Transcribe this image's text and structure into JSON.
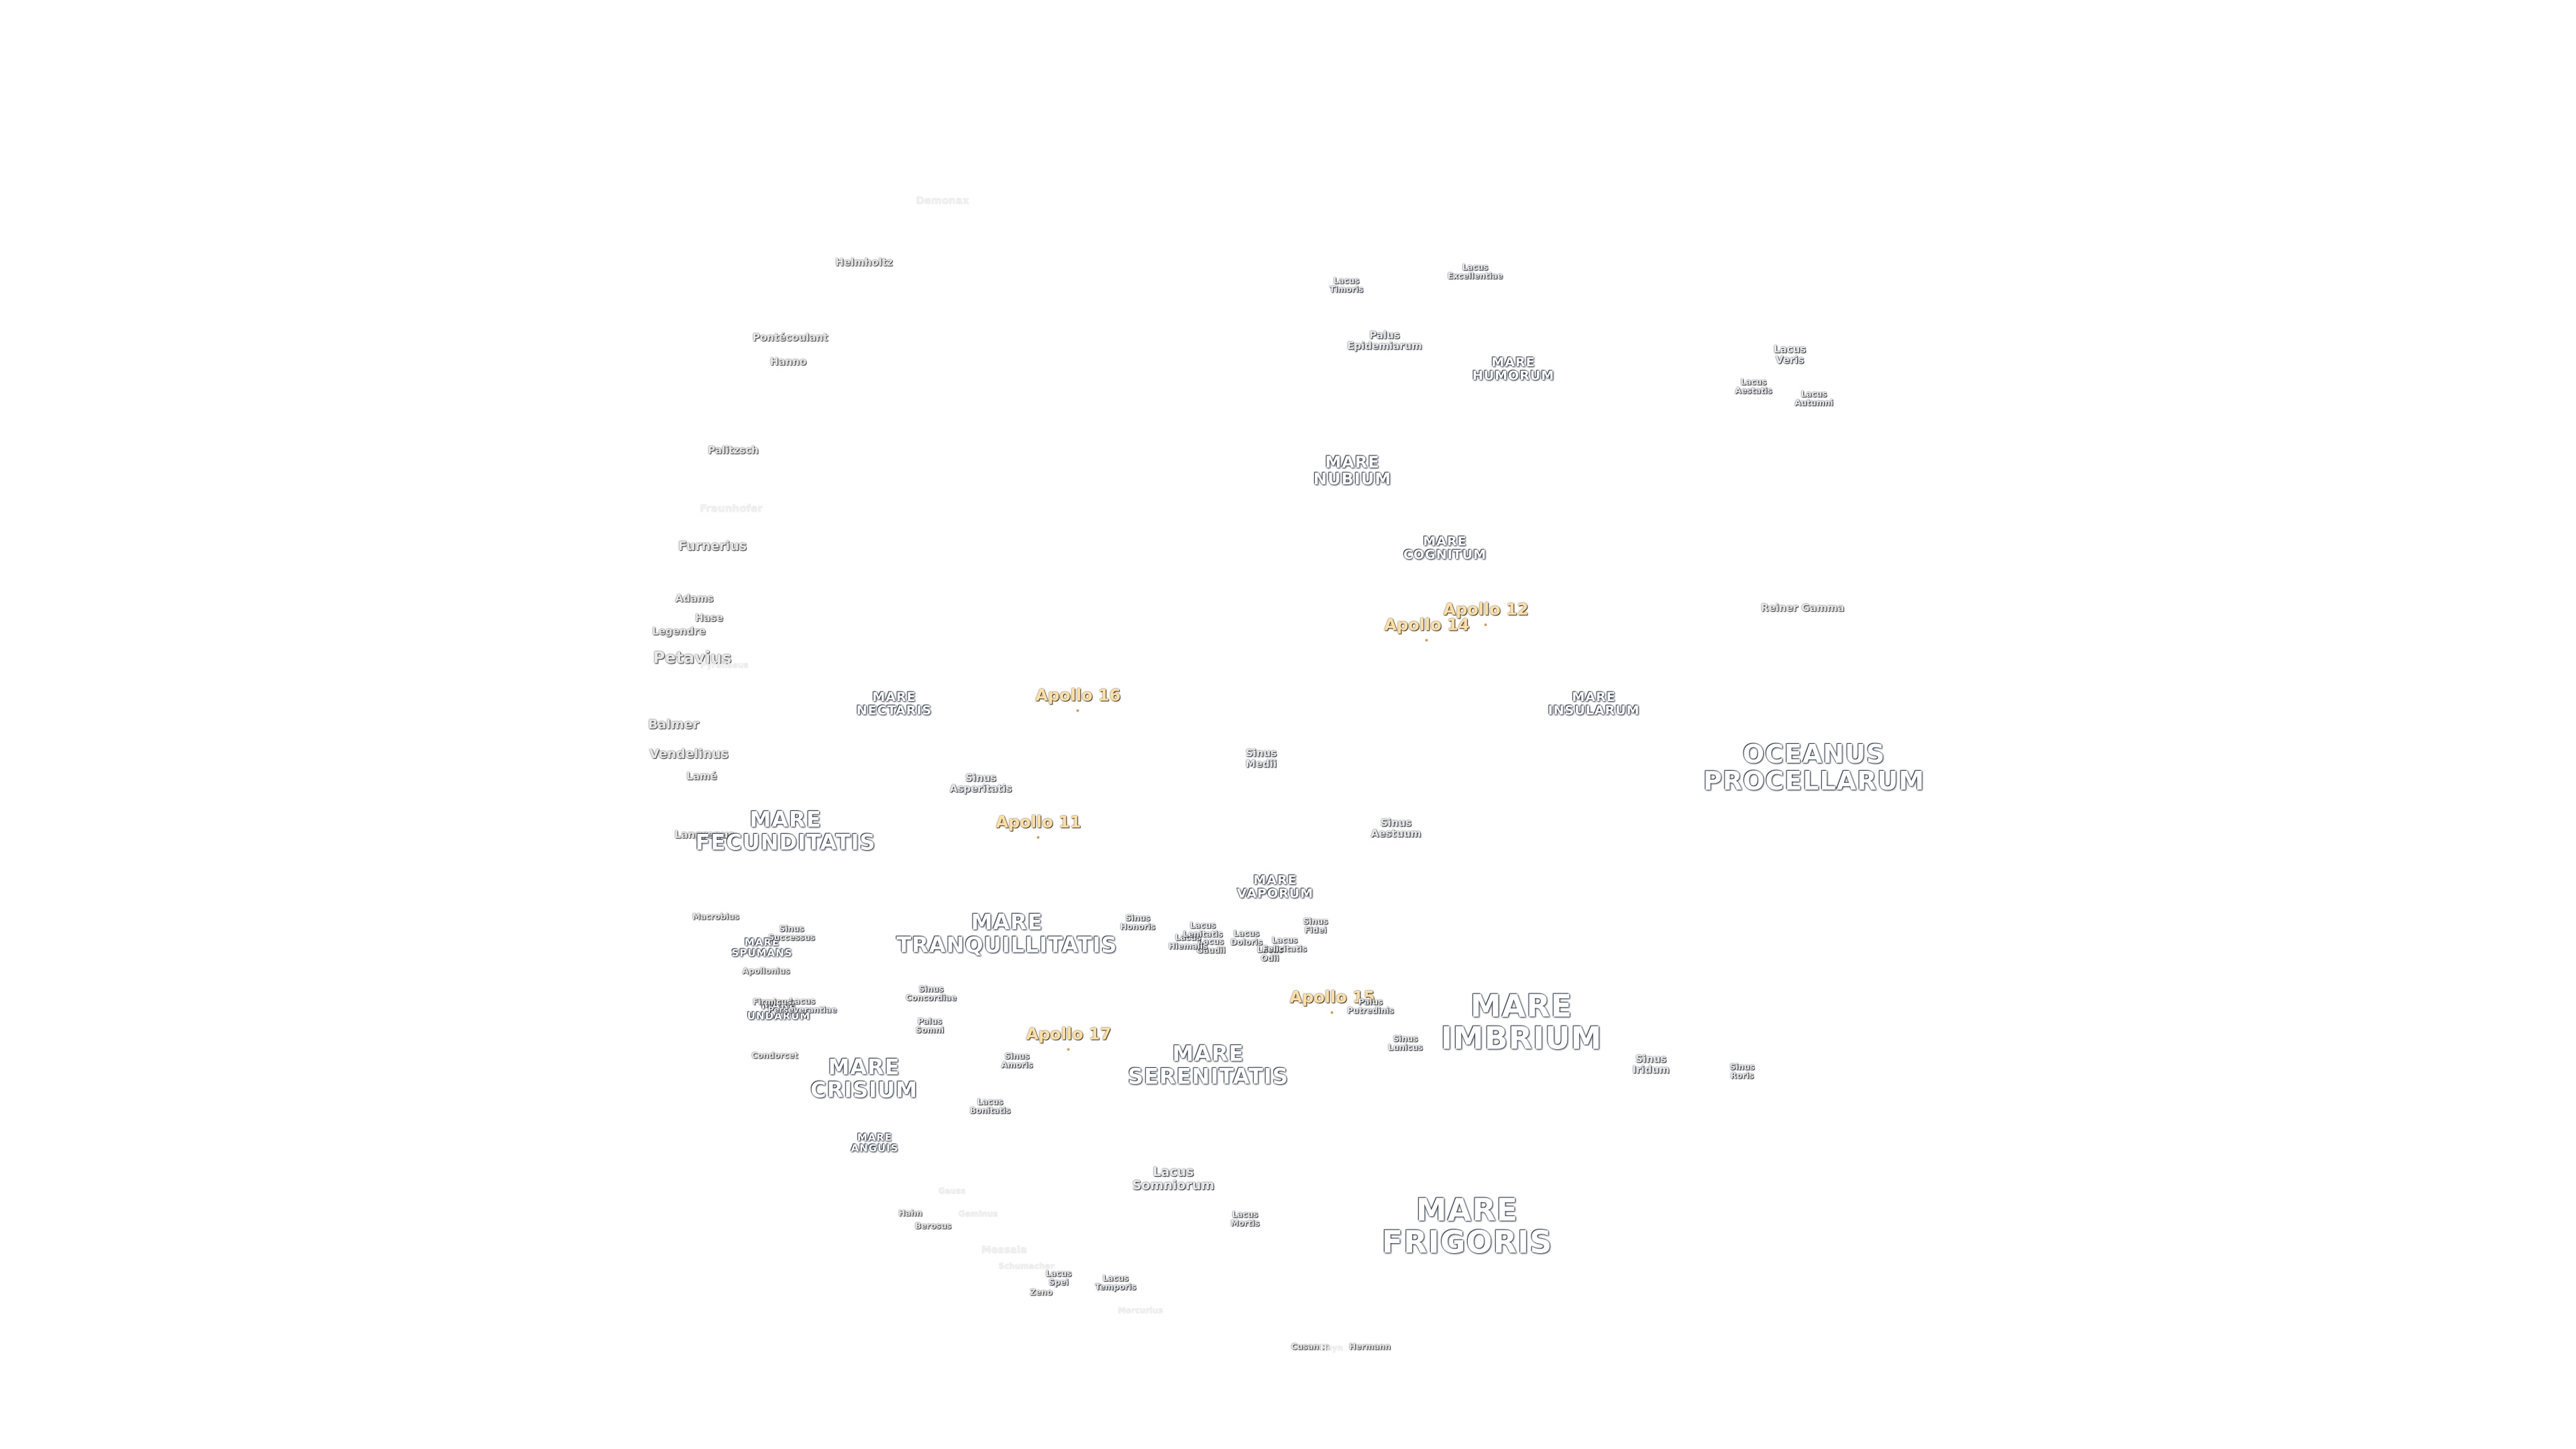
{
  "colors": {
    "background": "#ffffff",
    "label_fill": "#ffffff",
    "label_outline": "#2a3340",
    "apollo_fill": "#ffe0a8"
  },
  "labels": {
    "demonax": "Demonax",
    "helmholtz": "Helmholtz",
    "pontecoulant": "Pontécoulant",
    "hanno": "Hanno",
    "furnerius": "Furnerius",
    "fraunhofer": "Fraunhofer",
    "petavius": "Petavius",
    "balmer": "Balmer",
    "vendelinus": "Vendelinus",
    "lame": "Lamé",
    "langrenus": "Langrenus",
    "adams": "Adams",
    "hase": "Hase",
    "legendre": "Legendre",
    "palitzsch": "Palitzsch",
    "mare_nectaris": "MARE\nNECTARIS",
    "mare_fecunditatis": "MARE\nFECUNDITATIS",
    "mare_tranquillitatis": "MARE\nTRANQUILLITATIS",
    "mare_crisium": "MARE\nCRISIUM",
    "mare_serenitatis": "MARE\nSERENITATIS",
    "mare_vaporum": "MARE\nVAPORUM",
    "mare_imbrium": "MARE\nIMBRIUM",
    "mare_frigoris": "MARE\nFRIGORIS",
    "mare_nubium": "MARE\nNUBIUM",
    "mare_humorum": "MARE\nHUMORUM",
    "mare_cognitum": "MARE\nCOGNITUM",
    "mare_insularum": "MARE\nINSULARUM",
    "mare_undarum": "MARE\nUNDARUM",
    "mare_spumans": "MARE\nSPUMANS",
    "mare_anguis": "MARE\nANGUIS",
    "oceanus_procellarum": "OCEANUS\nPROCELLARUM",
    "apollo_11": "Apollo 11",
    "apollo_12": "Apollo 12",
    "apollo_14": "Apollo 14",
    "apollo_15": "Apollo 15",
    "apollo_16": "Apollo 16",
    "apollo_17": "Apollo 17",
    "sinus_medii": "Sinus\nMedii",
    "sinus_aestuum": "Sinus\nAestuum",
    "sinus_asperitatis": "Sinus\nAsperitatis",
    "sinus_concordiae": "Sinus\nConcordiae",
    "sinus_amoris": "Sinus\nAmoris",
    "sinus_iridum": "Sinus\nIridum",
    "sinus_roris": "Sinus\nRoris",
    "sinus_lunicus": "Sinus\nLunicus",
    "sinus_successus": "Sinus\nSuccessus",
    "sinus_honoris": "Sinus\nHonoris",
    "sinus_fidei": "Sinus\nFidei",
    "palus_epidemiarum": "Palus\nEpidemiarum",
    "palus_somni": "Palus\nSomni",
    "palus_putredinis": "Palus\nPutredinis",
    "lacus_veris": "Lacus\nVeris",
    "lacus_autumni": "Lacus\nAutumni",
    "lacus_aestatis": "Lacus\nAestatis",
    "lacus_timoris": "Lacus\nTimoris",
    "lacus_excellentiae": "Lacus\nExcellentiae",
    "lacus_somniorum": "Lacus\nSomniorum",
    "lacus_mortis": "Lacus\nMortis",
    "lacus_bonitatis": "Lacus\nBonitatis",
    "lacus_temporis": "Lacus\nTemporis",
    "lacus_spei": "Lacus\nSpei",
    "lacus_doloris": "Lacus\nDoloris",
    "lacus_gaudii": "Lacus\nGaudii",
    "lacus_hiemalis": "Lacus\nHiemalis",
    "lacus_lenitatis": "Lacus\nLenitatis",
    "lacus_odii": "Lacus\nOdii",
    "lacus_felicitatis": "Lacus\nFelicitatis",
    "lacus_perseverantiae": "Lacus\nPerseverantiae",
    "reiner_gamma": "Reiner Gamma",
    "macrobius": "Macrobius",
    "apollonius": "Apollonius",
    "condorcet": "Condorcet",
    "firmicus": "Firmicus",
    "hahn": "Hahn",
    "berosus": "Berosus",
    "messala": "Messala",
    "schumacher": "Schumacher",
    "zeno": "Zeno",
    "cusanus": "Cusanus",
    "gauss": "Gauss",
    "geminus": "Geminus",
    "mercurius": "Mercurius",
    "hayn": "Hayn",
    "pyrenaeus": "Pyrenaeus",
    "hermann": "Hermann"
  }
}
